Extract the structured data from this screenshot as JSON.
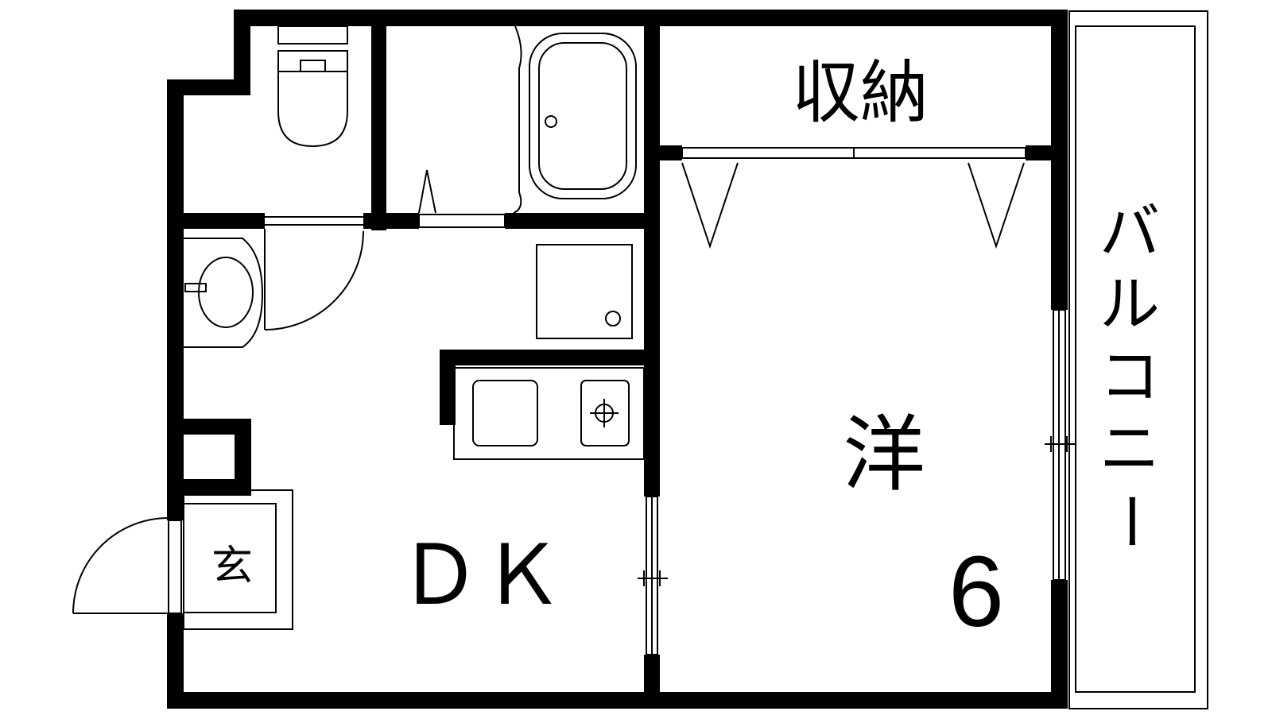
{
  "rooms": {
    "storage": "収納",
    "western": "洋",
    "western_size": "6",
    "dining_kitchen": "ＤＫ",
    "entrance": "玄"
  },
  "balcony": {
    "label": [
      "バ",
      "ル",
      "コ",
      "ニ",
      "ー"
    ]
  },
  "colors": {
    "wall": "#000000",
    "background": "#ffffff"
  }
}
